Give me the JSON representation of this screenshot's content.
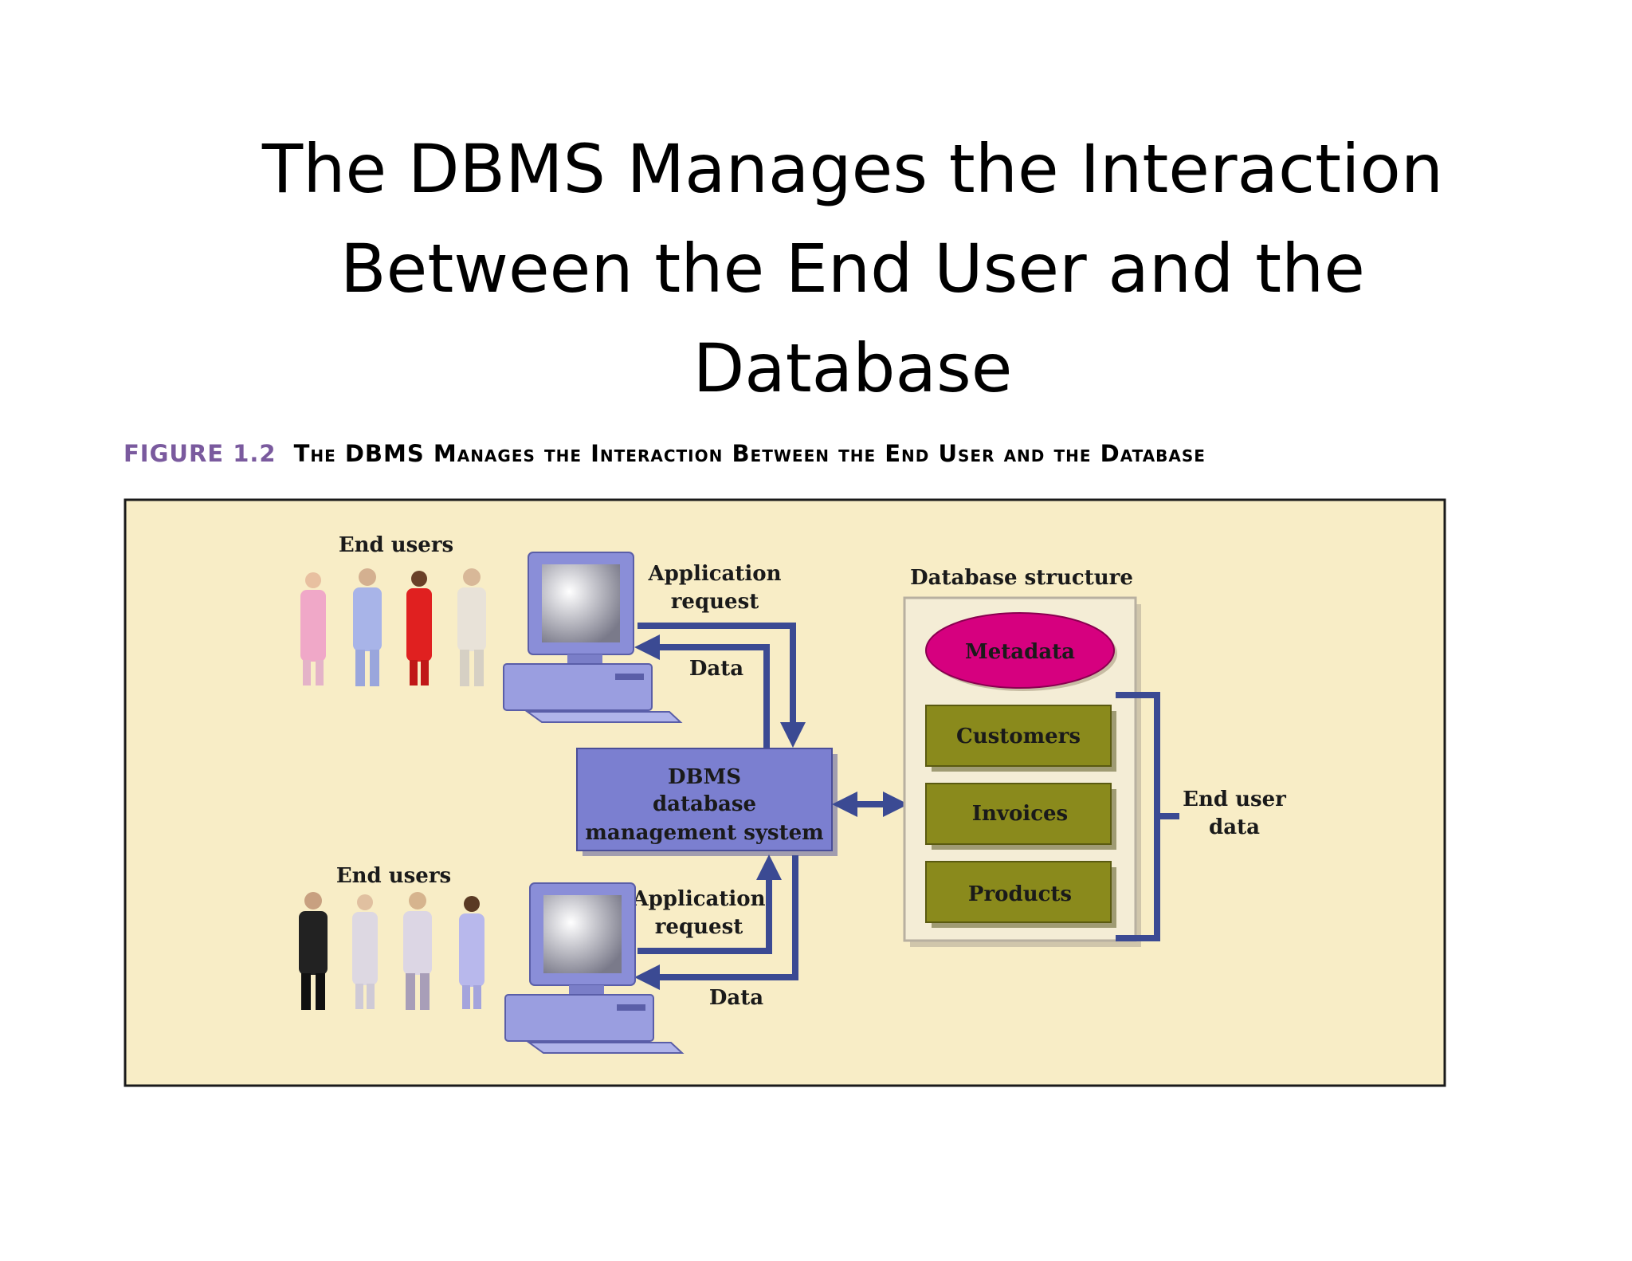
{
  "title": {
    "line1": "The DBMS Manages the Interaction",
    "line2": "Between the End User and the",
    "line3": "Database"
  },
  "figure": {
    "number": "FIGURE 1.2",
    "caption": "The DBMS Manages the Interaction Between the End User and the Database"
  },
  "diagram": {
    "top_users_label": "End users",
    "bottom_users_label": "End users",
    "top_request_line1": "Application",
    "top_request_line2": "request",
    "top_data_label": "Data",
    "bottom_request_line1": "Application",
    "bottom_request_line2": "request",
    "bottom_data_label": "Data",
    "dbms_line1": "DBMS",
    "dbms_line2": "database",
    "dbms_line3": "management system",
    "db_structure_label": "Database structure",
    "metadata_label": "Metadata",
    "tables": [
      "Customers",
      "Invoices",
      "Products"
    ],
    "end_user_data_line1": "End user",
    "end_user_data_line2": "data"
  },
  "colors": {
    "panel_background": "#f8edc6",
    "dbms_box": "#7b7fd0",
    "connector": "#3b4a93",
    "metadata": "#d6007f",
    "table_box": "#8a8a1c",
    "caption_number": "#7a5a9e"
  }
}
